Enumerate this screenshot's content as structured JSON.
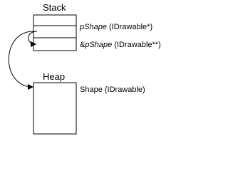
{
  "stack": {
    "title": "Stack",
    "rows": [
      {
        "var": "pShape",
        "prefix": "",
        "type": " (IDrawable*)"
      },
      {
        "var": "pShape",
        "prefix": "&",
        "type": " (IDrawable**)"
      }
    ]
  },
  "heap": {
    "title": "Heap",
    "label": "Shape (IDrawable)"
  },
  "colors": {
    "stroke": "#000000",
    "background": "#ffffff"
  }
}
